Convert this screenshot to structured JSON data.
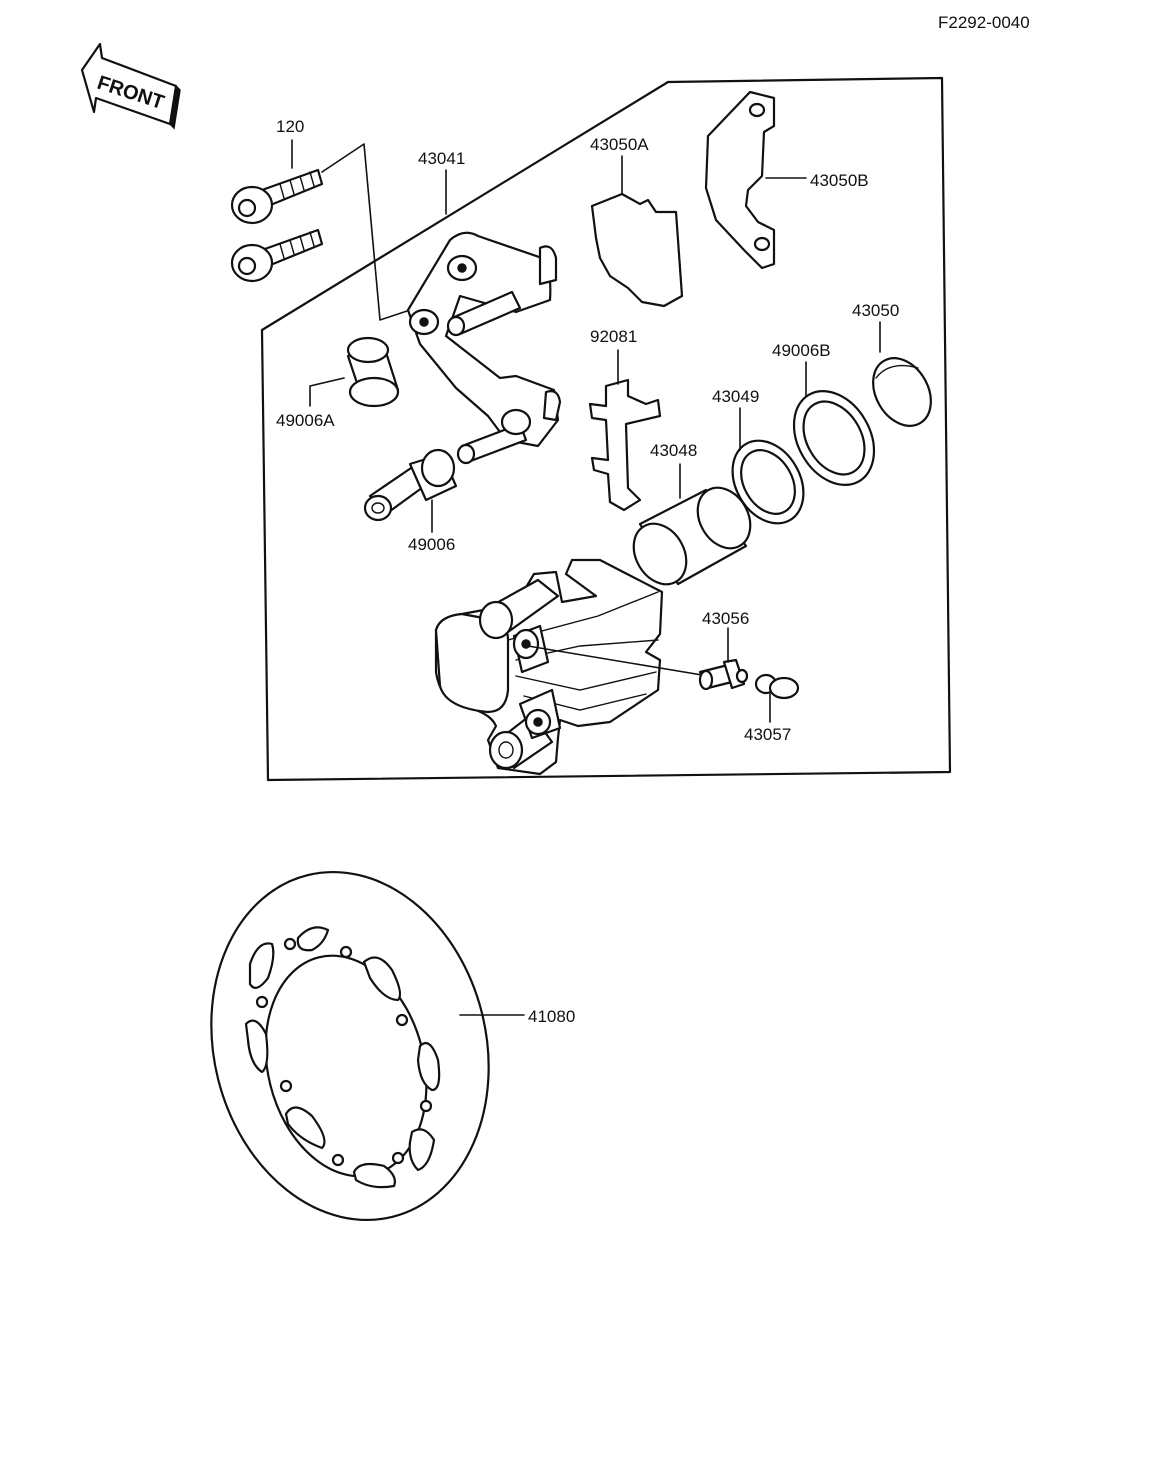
{
  "figure_code": "F2292-0040",
  "front_label": "FRONT",
  "parts": {
    "p120": "120",
    "p43041": "43041",
    "p43050A": "43050A",
    "p43050B": "43050B",
    "p43050": "43050",
    "p92081": "92081",
    "p49006B": "49006B",
    "p43049": "43049",
    "p49006A": "49006A",
    "p43048": "43048",
    "p49006": "49006",
    "p43056": "43056",
    "p43057": "43057",
    "p41080": "41080"
  }
}
